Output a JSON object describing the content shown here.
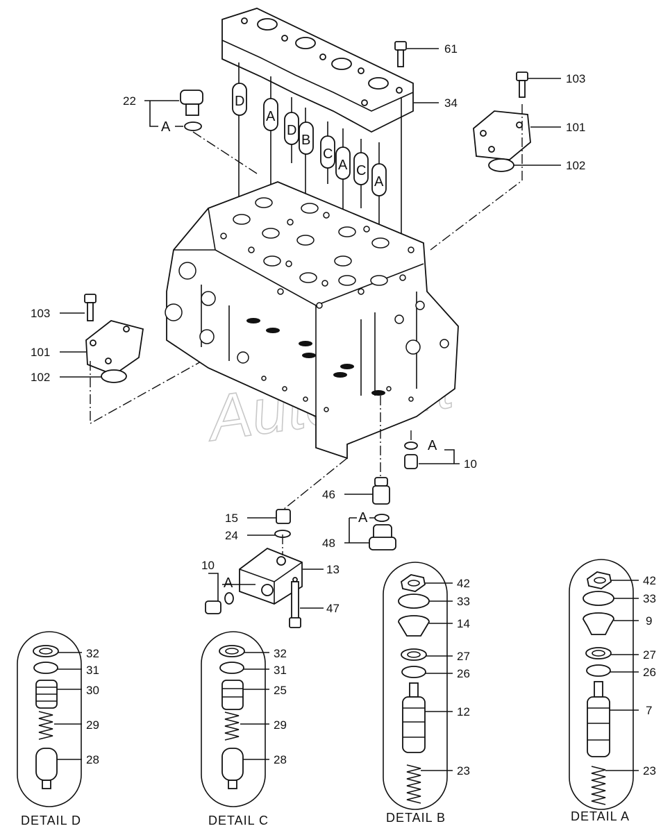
{
  "watermark": "AutoSoft",
  "callouts": {
    "c61": "61",
    "c34": "34",
    "c22": "22",
    "c103a": "103",
    "c101a": "101",
    "c102a": "102",
    "c103b": "103",
    "c101b": "101",
    "c102b": "102",
    "c10a": "10",
    "c46": "46",
    "c15": "15",
    "c24": "24",
    "c48": "48",
    "c13": "13",
    "c10b": "10",
    "c47": "47"
  },
  "section_refs": {
    "a_22": "A",
    "a_10": "A",
    "a_48": "A",
    "a_13": "A",
    "s1": "D",
    "s2": "A",
    "s3": "D",
    "s4": "B",
    "s5": "C",
    "s6": "A",
    "s7": "C",
    "s8": "A"
  },
  "details": {
    "d": {
      "caption": "DETAIL  D",
      "labels": [
        "32",
        "31",
        "30",
        "29",
        "28"
      ]
    },
    "c": {
      "caption": "DETAIL  C",
      "labels": [
        "32",
        "31",
        "25",
        "29",
        "28"
      ]
    },
    "b": {
      "caption": "DETAIL  B",
      "labels": [
        "42",
        "33",
        "14",
        "27",
        "26",
        "12",
        "23"
      ]
    },
    "a": {
      "caption": "DETAIL  A",
      "labels": [
        "42",
        "33",
        "9",
        "27",
        "26",
        "7",
        "23"
      ]
    }
  }
}
